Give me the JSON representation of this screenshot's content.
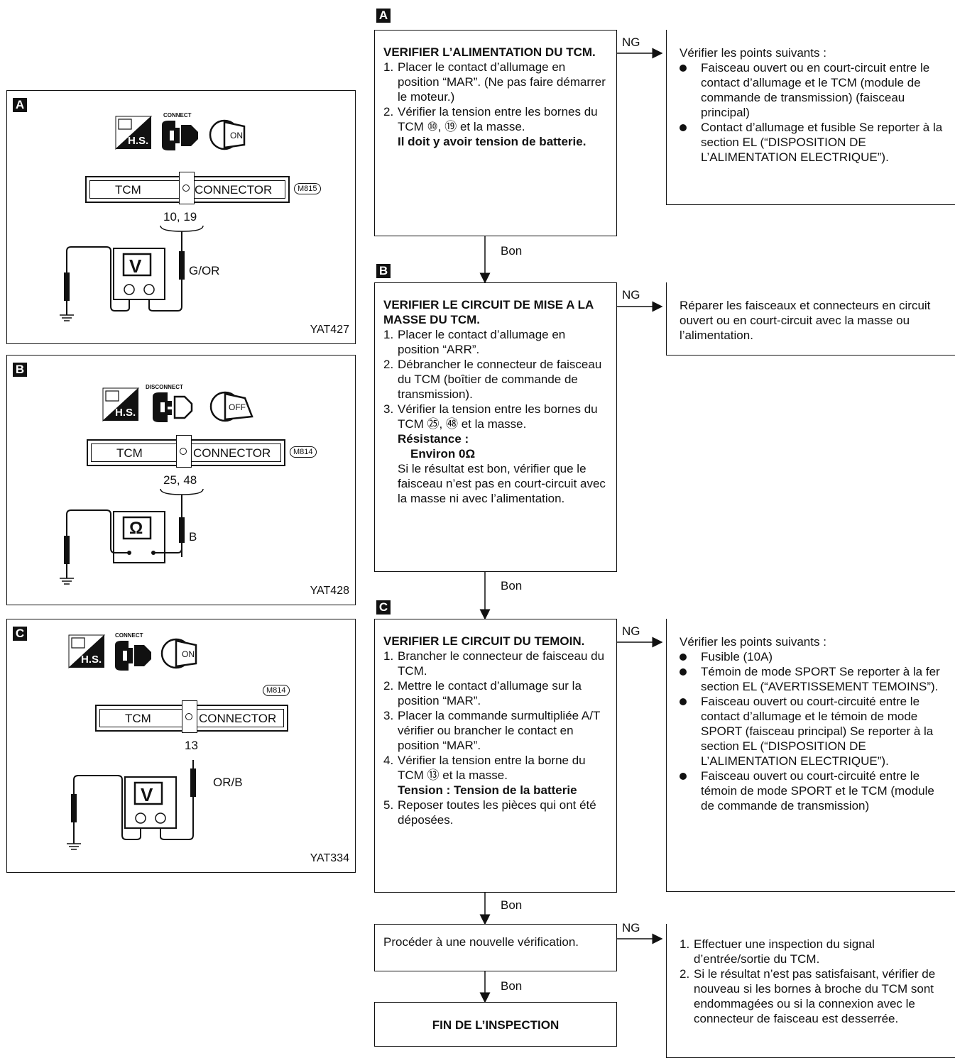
{
  "figures": [
    {
      "letter": "A",
      "tcm": "TCM",
      "connector": "CONNECTOR",
      "ref": "M815",
      "terminals": "10, 19",
      "wire": "G/OR",
      "meter": "V",
      "switch": "ON",
      "plug": "CONNECT",
      "hs": "H.S.",
      "code": "YAT427"
    },
    {
      "letter": "B",
      "tcm": "TCM",
      "connector": "CONNECTOR",
      "ref": "M814",
      "terminals": "25, 48",
      "wire": "B",
      "meter": "Ω",
      "switch": "OFF",
      "plug": "DISCONNECT",
      "hs": "H.S.",
      "code": "YAT428"
    },
    {
      "letter": "C",
      "tcm": "TCM",
      "connector": "CONNECTOR",
      "ref": "M814",
      "terminals": "13",
      "wire": "OR/B",
      "meter": "V",
      "switch": "ON",
      "plug": "CONNECT",
      "hs": "H.S.",
      "code": "YAT334"
    }
  ],
  "flow": {
    "ng": "NG",
    "bon": "Bon",
    "stepA": {
      "letter": "A",
      "title": "VERIFIER L’ALIMENTATION DU TCM.",
      "items": [
        {
          "n": "1.",
          "text": "Placer le contact d’allumage en position “MAR”. (Ne pas faire démarrer le moteur.)"
        },
        {
          "n": "2.",
          "text": "Vérifier la tension entre les bornes du TCM ⑩, ⑲ et la masse.",
          "bold": "Il doit y avoir tension de batterie."
        }
      ],
      "ng_title": "Vérifier les points suivants :",
      "ng_items": [
        "Faisceau ouvert ou en court-circuit entre le contact d’allumage et le TCM (module de commande de transmission) (faisceau principal)",
        "Contact d’allumage et fusible Se reporter à la section EL (“DISPOSITION DE L’ALIMENTATION ELECTRIQUE”)."
      ]
    },
    "stepB": {
      "letter": "B",
      "title": "VERIFIER LE CIRCUIT DE MISE A LA MASSE DU TCM.",
      "items": [
        {
          "n": "1.",
          "text": "Placer le contact d’allumage en position “ARR”."
        },
        {
          "n": "2.",
          "text": "Débrancher le connecteur de faisceau du TCM (boîtier de commande de transmission)."
        },
        {
          "n": "3.",
          "text": "Vérifier la tension entre les bornes du TCM ㉕, ㊽ et la masse.",
          "bold": "Résistance :",
          "bold2": "Environ 0Ω",
          "tail": "Si le résultat est bon, vérifier que le faisceau n’est pas en court-circuit avec la masse ni avec l’alimentation."
        }
      ],
      "ng_text": "Réparer les faisceaux et connecteurs en circuit ouvert ou en court-circuit avec la masse ou l’alimentation."
    },
    "stepC": {
      "letter": "C",
      "title": "VERIFIER LE CIRCUIT DU TEMOIN.",
      "items": [
        {
          "n": "1.",
          "text": "Brancher le connecteur de faisceau du TCM."
        },
        {
          "n": "2.",
          "text": "Mettre le contact d’allumage sur la position “MAR”."
        },
        {
          "n": "3.",
          "text": "Placer la commande surmultipliée A/T vérifier ou brancher le contact en position “MAR”."
        },
        {
          "n": "4.",
          "text": "Vérifier la tension entre la borne du TCM ⑬ et la masse.",
          "bold": "Tension : Tension de la batterie"
        },
        {
          "n": "5.",
          "text": "Reposer toutes les pièces qui ont été déposées."
        }
      ],
      "ng_title": "Vérifier les points suivants :",
      "ng_items": [
        "Fusible (10A)",
        "Témoin de mode SPORT Se reporter à la fer section EL (“AVERTISSEMENT TEMOINS”).",
        "Faisceau ouvert ou court-circuité entre le contact d’allumage et le témoin de mode SPORT (faisceau principal) Se reporter à la section EL (“DISPOSITION DE L’ALIMENTATION ELECTRIQUE”).",
        "Faisceau ouvert ou court-circuité entre le témoin de mode SPORT et le TCM (module de commande de transmission)"
      ]
    },
    "stepD": {
      "text": "Procéder à une nouvelle vérification.",
      "ng_items": [
        {
          "n": "1.",
          "text": "Effectuer une inspection du signal d’entrée/sortie du TCM."
        },
        {
          "n": "2.",
          "text": "Si le résultat n’est pas satisfaisant, vérifier de nouveau si les bornes à broche du TCM sont endommagées ou si la connexion avec le connecteur de faisceau est desserrée."
        }
      ]
    },
    "end": "FIN DE L’INSPECTION"
  }
}
